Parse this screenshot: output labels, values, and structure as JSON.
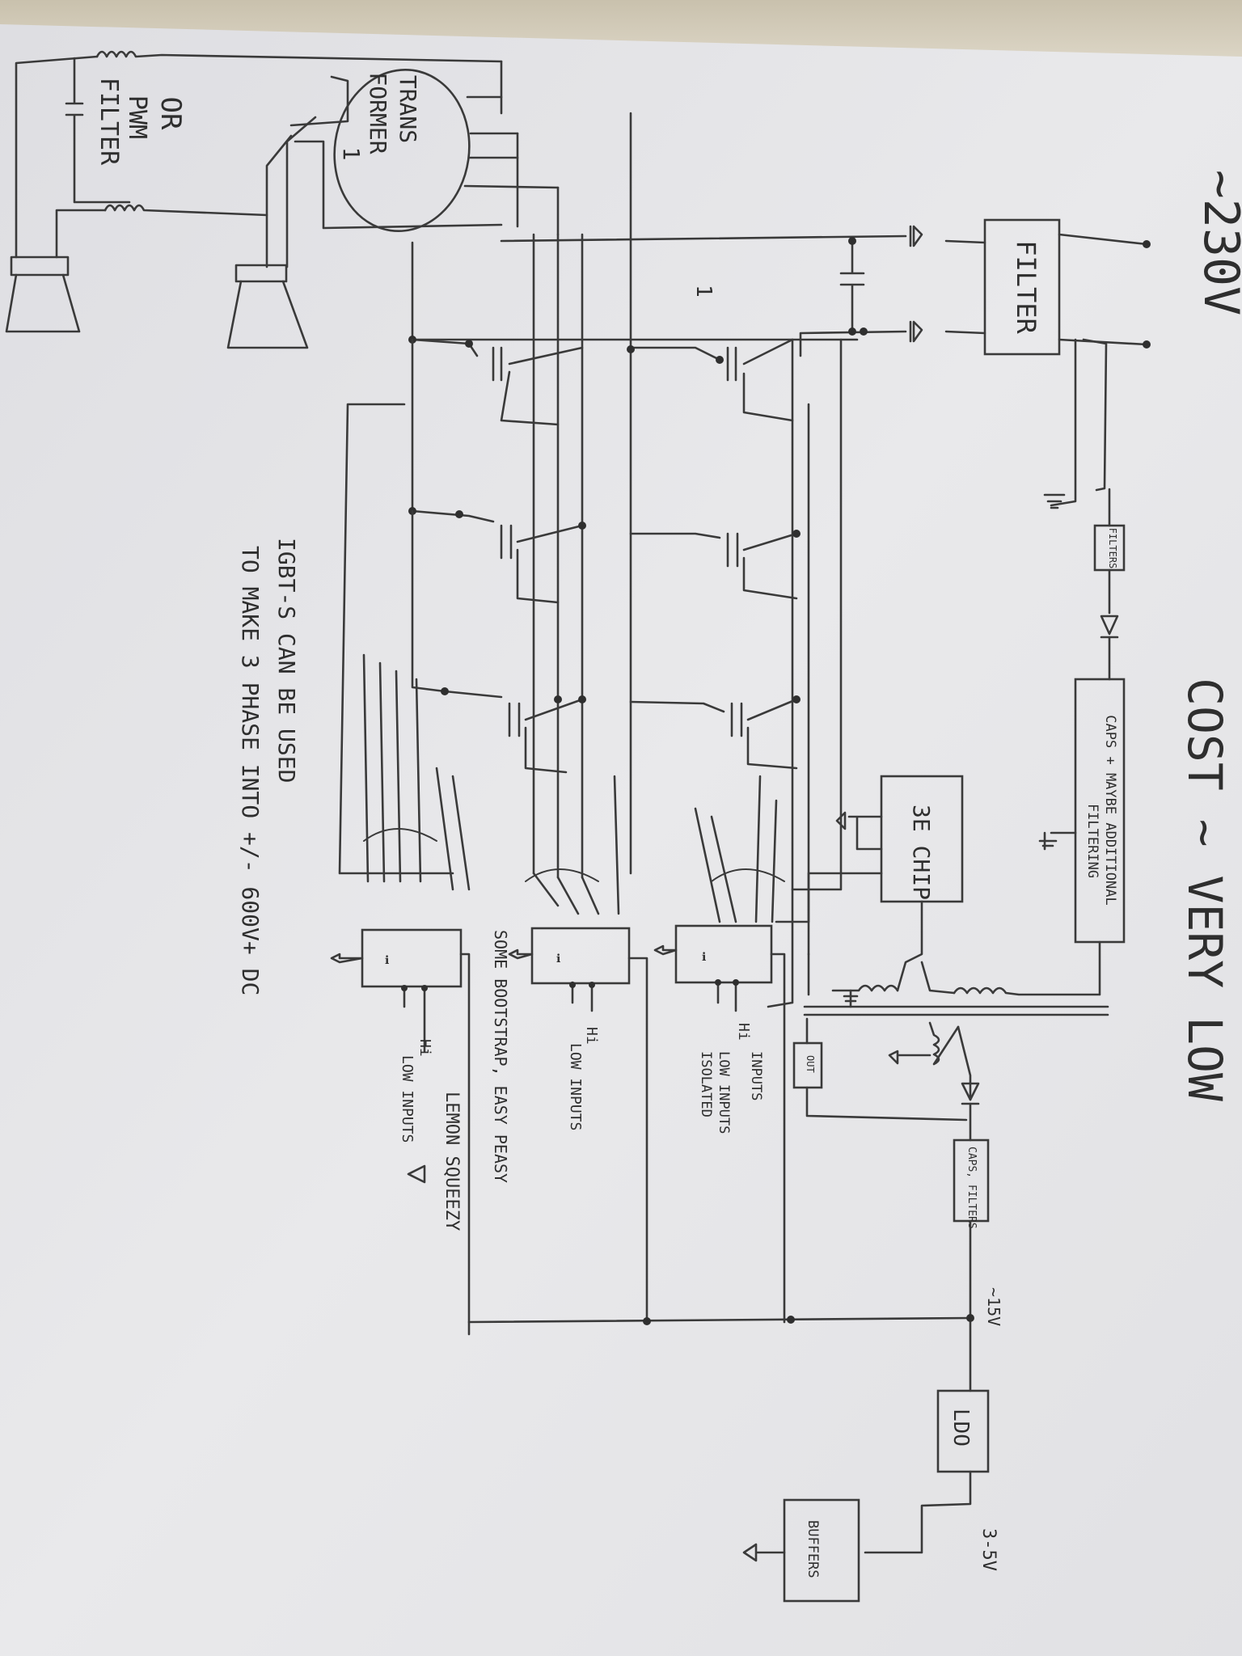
{
  "blocks": {
    "filter_main": "FILTER",
    "filters_small": "FILTERS",
    "caps_filtering_1": "CAPS + MAYBE ADDITIONAL",
    "caps_filtering_2": "FILTERING",
    "chip": "3E CHIP",
    "out": "OUT",
    "caps_filters": "CAPS, FILTERS",
    "ldo": "LDO",
    "buffers": "BUFFERS",
    "transformer_1": "TRANS",
    "transformer_2": "FORMER",
    "transformer_3": "1",
    "driver_glyph": "ℹ"
  },
  "labels": {
    "voltage_in": "~230V",
    "cost": "COST ~ VERY LOW",
    "v15": "~15V",
    "v35": "3-5V",
    "node_one": "1",
    "or_pwm_1": "OR",
    "or_pwm_2": "PWM",
    "or_pwm_3": "FILTER",
    "hi": "Hi",
    "low_inputs": "LOW INPUTS",
    "inputs_isolated_1": "INPUTS",
    "inputs_isolated_2": "ISOLATED",
    "low_inputs_2": "LOW INPUTS",
    "bootstrap": "SOME BOOTSTRAP, EASY PEASY",
    "lemon": "LEMON SQUEEZY",
    "igbt_note_1": "IGBT-S CAN BE USED",
    "igbt_note_2": "TO MAKE 3 PHASE INTO +/- 600V+ DC"
  },
  "colors": {
    "paper": "#e7e7e9",
    "ink": "#3a3a3a",
    "fabric": "#d4cdbb"
  }
}
